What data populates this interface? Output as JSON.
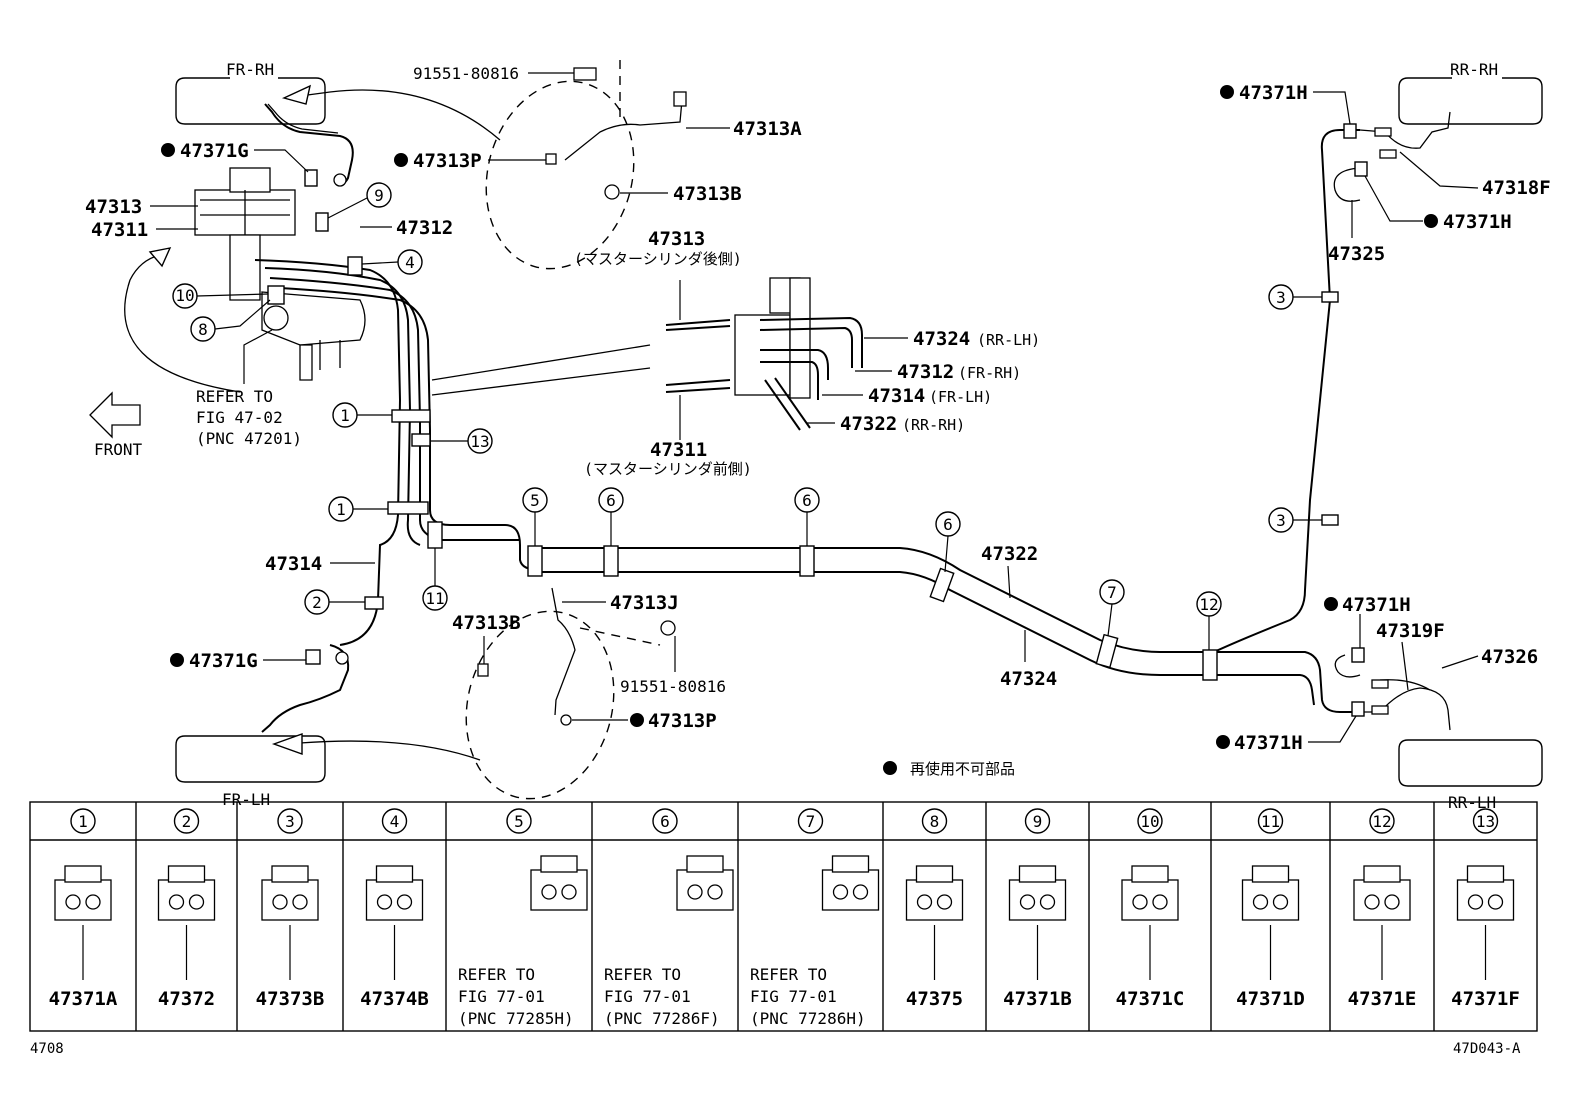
{
  "corners": {
    "fr_rh": "FR-RH",
    "fr_lh": "FR-LH",
    "rr_rh": "RR-RH",
    "rr_lh": "RR-LH"
  },
  "callouts": {
    "bolt_top": "91551-80816",
    "bolt_bottom": "91551-80816",
    "p47313A": "47313A",
    "p47313P_top": "47313P",
    "p47313B_top": "47313B",
    "p47371G_top": "47371G",
    "p47313": "47313",
    "p47311": "47311",
    "p47312": "47312",
    "p47314": "47314",
    "p47371G_bot": "47371G",
    "p47313B_bot": "47313B",
    "p47313J": "47313J",
    "p47313P_bot": "47313P",
    "p47322": "47322",
    "p47324": "47324",
    "p47371H_1": "47371H",
    "p47318F": "47318F",
    "p47371H_2": "47371H",
    "p47325": "47325",
    "p47371H_3": "47371H",
    "p47319F": "47319F",
    "p47326": "47326",
    "p47371H_4": "47371H"
  },
  "refer_note": {
    "line1": "REFER TO",
    "line2": "FIG 47-02",
    "line3": "(PNC 47201)"
  },
  "front_label": "FRONT",
  "detail": {
    "title_top": "47313",
    "sub_top": "(マスターシリンダ後側)",
    "title_bottom": "47311",
    "sub_bottom": "(マスターシリンダ前側)",
    "lines": [
      {
        "pn": "47324",
        "note": "(RR-LH)"
      },
      {
        "pn": "47312",
        "note": "(FR-RH)"
      },
      {
        "pn": "47314",
        "note": "(FR-LH)"
      },
      {
        "pn": "47322",
        "note": "(RR-RH)"
      }
    ]
  },
  "legend_note": "再使用不可部品",
  "clip_markers": {
    "m1a": "1",
    "m1b": "1",
    "m2": "2",
    "m3a": "3",
    "m3b": "3",
    "m4": "4",
    "m5": "5",
    "m6a": "6",
    "m6b": "6",
    "m6c": "6",
    "m7": "7",
    "m8": "8",
    "m9": "9",
    "m10": "10",
    "m11": "11",
    "m12": "12",
    "m13": "13"
  },
  "table": {
    "columns": [
      {
        "num": "1",
        "part": "47371A",
        "ref": []
      },
      {
        "num": "2",
        "part": "47372",
        "ref": []
      },
      {
        "num": "3",
        "part": "47373B",
        "ref": []
      },
      {
        "num": "4",
        "part": "47374B",
        "ref": []
      },
      {
        "num": "5",
        "part": "",
        "ref": [
          "REFER TO",
          "FIG 77-01",
          "(PNC 77285H)"
        ]
      },
      {
        "num": "6",
        "part": "",
        "ref": [
          "REFER TO",
          "FIG 77-01",
          "(PNC 77286F)"
        ]
      },
      {
        "num": "7",
        "part": "",
        "ref": [
          "REFER TO",
          "FIG 77-01",
          "(PNC 77286H)"
        ]
      },
      {
        "num": "8",
        "part": "47375",
        "ref": []
      },
      {
        "num": "9",
        "part": "47371B",
        "ref": []
      },
      {
        "num": "10",
        "part": "47371C",
        "ref": []
      },
      {
        "num": "11",
        "part": "47371D",
        "ref": []
      },
      {
        "num": "12",
        "part": "47371E",
        "ref": []
      },
      {
        "num": "13",
        "part": "47371F",
        "ref": []
      }
    ]
  },
  "footer": {
    "left": "4708",
    "right": "47D043-A"
  }
}
